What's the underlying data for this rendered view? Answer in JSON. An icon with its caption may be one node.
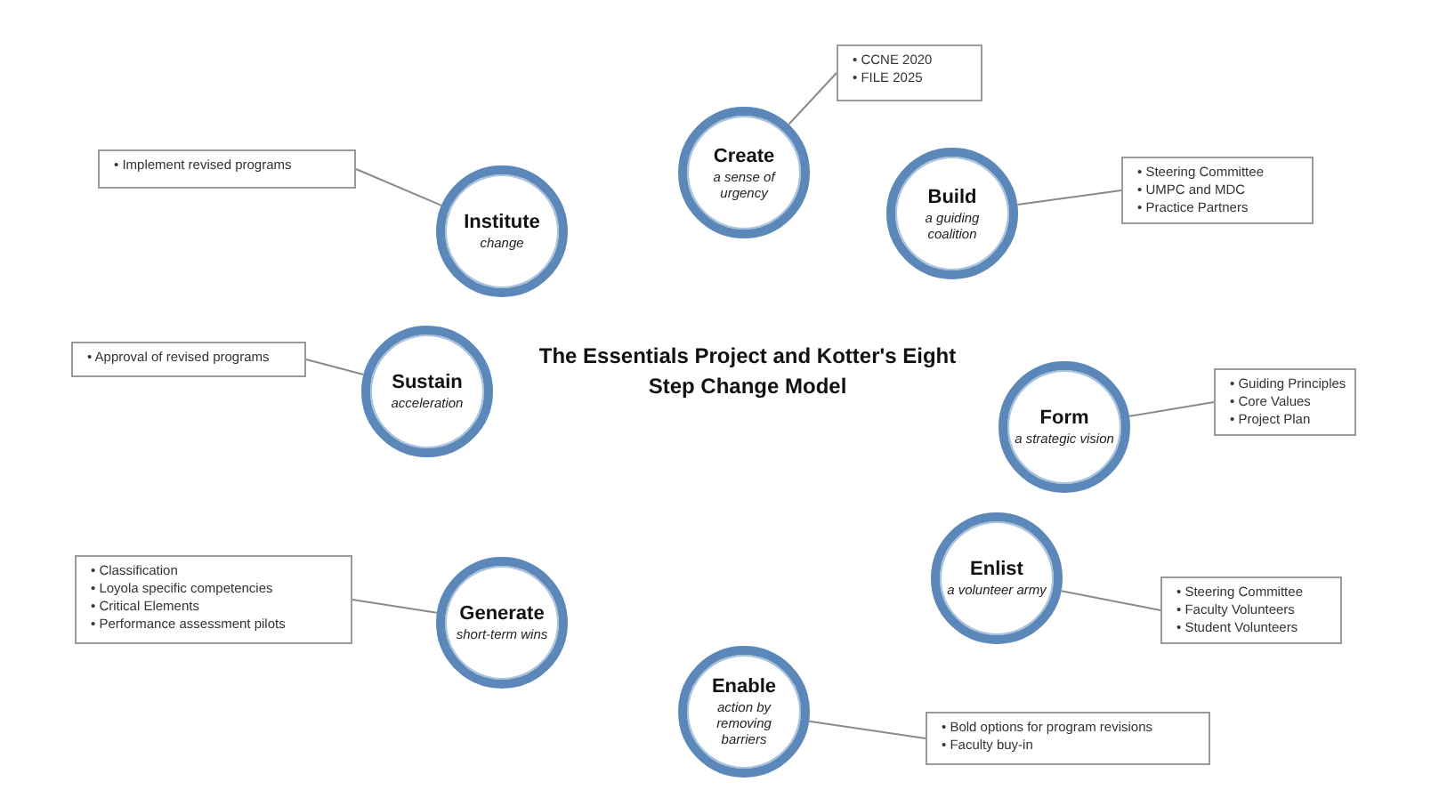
{
  "diagram": {
    "title": "The Essentials Project and Kotter's Eight Step Change Model",
    "nodes": [
      {
        "text": [
          "Create",
          "a sense of urgency"
        ]
      },
      {
        "text": [
          "• CCNE 2020",
          "• FILE 2025"
        ]
      },
      {
        "text": [
          "Build",
          "a guiding coalition"
        ]
      },
      {
        "text": [
          "• Steering Committee",
          "• UMPC and MDC",
          "• Practice Partners"
        ]
      },
      {
        "text": [
          "Form",
          "a strategic vision"
        ]
      },
      {
        "text": [
          "• Guiding Principles",
          "• Core Values",
          "• Project Plan"
        ]
      },
      {
        "text": [
          "Enlist",
          "a volunteer army"
        ]
      },
      {
        "text": [
          "• Steering Committee",
          "• Faculty Volunteers",
          "• Student Volunteers"
        ]
      },
      {
        "text": [
          "Enable",
          "action by removing barriers"
        ]
      },
      {
        "text": [
          "• Bold options for program revisions",
          "• Faculty buy-in"
        ]
      },
      {
        "text": [
          "Generate",
          "short-term wins"
        ]
      },
      {
        "text": [
          "• Classification",
          "• Loyola specific competencies",
          "• Critical Elements",
          "• Performance assessment pilots"
        ]
      },
      {
        "text": [
          "Sustain",
          "acceleration"
        ]
      },
      {
        "text": [
          "• Approval of revised programs"
        ]
      },
      {
        "text": [
          "Institute",
          "change"
        ]
      },
      {
        "text": [
          "• Implement revised programs"
        ]
      }
    ],
    "edges": [
      {
        "from": 0,
        "to": 1,
        "arrow": "none"
      },
      {
        "from": 2,
        "to": 3,
        "arrow": "none"
      },
      {
        "from": 4,
        "to": 5,
        "arrow": "none"
      },
      {
        "from": 6,
        "to": 7,
        "arrow": "none"
      },
      {
        "from": 8,
        "to": 9,
        "arrow": "none"
      },
      {
        "from": 10,
        "to": 11,
        "arrow": "none"
      },
      {
        "from": 12,
        "to": 13,
        "arrow": "none"
      },
      {
        "from": 14,
        "to": 15,
        "arrow": "none"
      }
    ]
  }
}
